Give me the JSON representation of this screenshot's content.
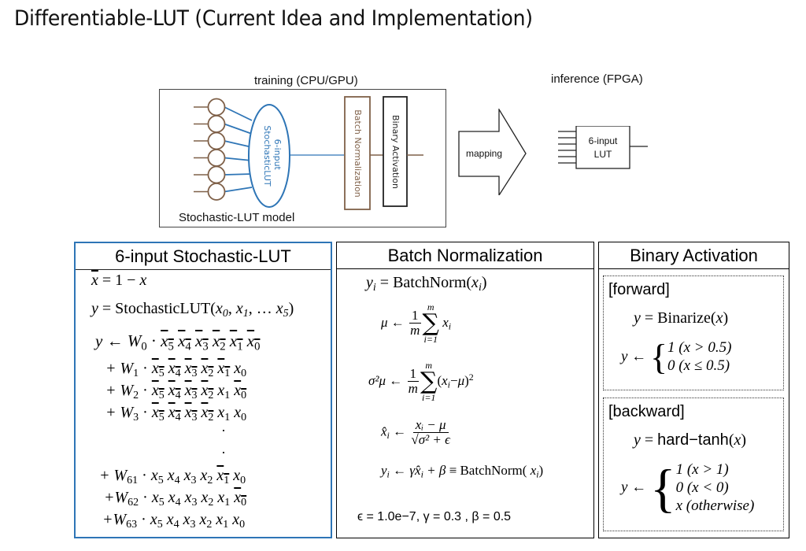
{
  "title": "Differentiable-LUT (Current Idea and Implementation)",
  "diagram": {
    "training_label": "training (CPU/GPU)",
    "inference_label": "inference (FPGA)",
    "model_label": "Stochastic-LUT model",
    "stochastic_lut_label_line1": "6-input",
    "stochastic_lut_label_line2": "StochasticLUT",
    "batch_norm_block": "Batch Normalization",
    "binary_act_block": "Binary Activation",
    "mapping_label": "mapping",
    "lut_label_line1": "6-input",
    "lut_label_line2": "LUT",
    "input_count": 6,
    "colors": {
      "accent_blue": "#2e75b6",
      "brown": "#7f6048",
      "panel_blue": "#2e75b6"
    }
  },
  "panels": {
    "stochastic": {
      "title": "6-input Stochastic-LUT",
      "eq_complement": "x̄ = 1 − x",
      "eq_def_lhs": "y",
      "eq_def_fn": "StochasticLUT",
      "eq_def_args": "(x₀, x₁, … x₅)",
      "terms": [
        {
          "prefix": "y ← W",
          "w": "0",
          "bits": [
            0,
            0,
            0,
            0,
            0,
            0
          ]
        },
        {
          "prefix": "+ W",
          "w": "1",
          "bits": [
            0,
            0,
            0,
            0,
            0,
            1
          ]
        },
        {
          "prefix": "+ W",
          "w": "2",
          "bits": [
            0,
            0,
            0,
            0,
            1,
            0
          ]
        },
        {
          "prefix": "+ W",
          "w": "3",
          "bits": [
            0,
            0,
            0,
            0,
            1,
            1
          ]
        },
        {
          "prefix": "+ W",
          "w": "61",
          "bits": [
            1,
            1,
            1,
            1,
            0,
            1
          ]
        },
        {
          "prefix": "+W",
          "w": "62",
          "bits": [
            1,
            1,
            1,
            1,
            1,
            0
          ]
        },
        {
          "prefix": "+W",
          "w": "63",
          "bits": [
            1,
            1,
            1,
            1,
            1,
            1
          ]
        }
      ],
      "ellipsis": "·"
    },
    "batchnorm": {
      "title": "Batch Normalization",
      "eq1_fn": "BatchNorm",
      "mu_sym": "μ ←",
      "var_sym": "σ²μ ←",
      "sum_upper": "m",
      "sum_lower": "i=1",
      "frac_num": "1",
      "frac_den": "m",
      "xhat_num": "xᵢ − μ",
      "xhat_den": "√σ² + ϵ",
      "eq_final_rhs": "≡ BatchNorm(",
      "params": "ϵ = 1.0e−7,  γ = 0.3 ,  β = 0.5"
    },
    "binary": {
      "title": "Binary Activation",
      "forward_label": "[forward]",
      "forward_fn": "Binarize",
      "forward_cases": [
        "1  (x > 0.5)",
        "0  (x ≤ 0.5)"
      ],
      "backward_label": "[backward]",
      "backward_fn": "hard−tanh",
      "backward_cases": [
        "1   (x > 1)",
        "0   (x < 0)",
        "x  (otherwise)"
      ]
    }
  }
}
